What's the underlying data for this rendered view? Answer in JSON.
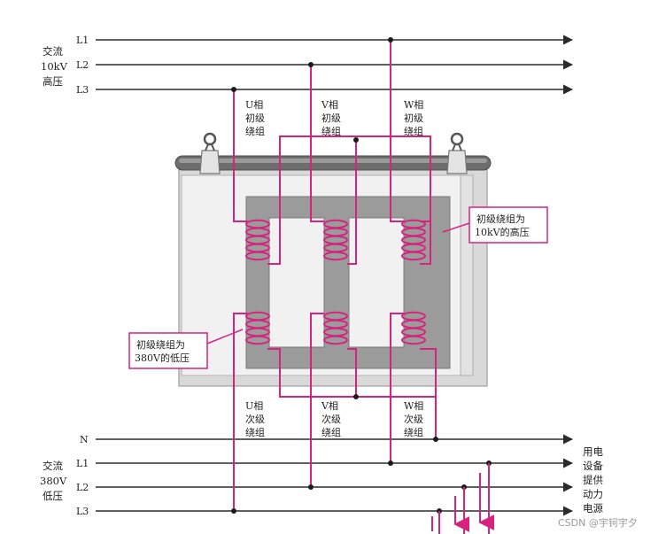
{
  "hv_group": {
    "line1": "交流",
    "line2": "10kV",
    "line3": "高压"
  },
  "lv_group": {
    "line1": "交流",
    "line2": "380V",
    "line3": "低压"
  },
  "hv_lines": [
    "L1",
    "L2",
    "L3"
  ],
  "lv_lines": [
    "N",
    "L1",
    "L2",
    "L3"
  ],
  "primary_labels": [
    [
      "U相",
      "初级",
      "绕组"
    ],
    [
      "V相",
      "初级",
      "绕组"
    ],
    [
      "W相",
      "初级",
      "绕组"
    ]
  ],
  "secondary_labels": [
    [
      "U相",
      "次级",
      "绕组"
    ],
    [
      "V相",
      "次级",
      "绕组"
    ],
    [
      "W相",
      "次级",
      "绕组"
    ]
  ],
  "callout_primary": {
    "line1": "初级绕组为",
    "line2": "10kV的高压"
  },
  "callout_secondary": {
    "line1": "初级绕组为",
    "line2": "380V的低压"
  },
  "right_side": [
    "用电",
    "设备",
    "提供",
    "动力",
    "电源"
  ],
  "watermark": "CSDN @宇钶宇夕",
  "colors": {
    "winding": "#d6247e",
    "core": "#9b9b9b",
    "frame": "#e6e6e6",
    "lines": "#2b2b2b"
  }
}
